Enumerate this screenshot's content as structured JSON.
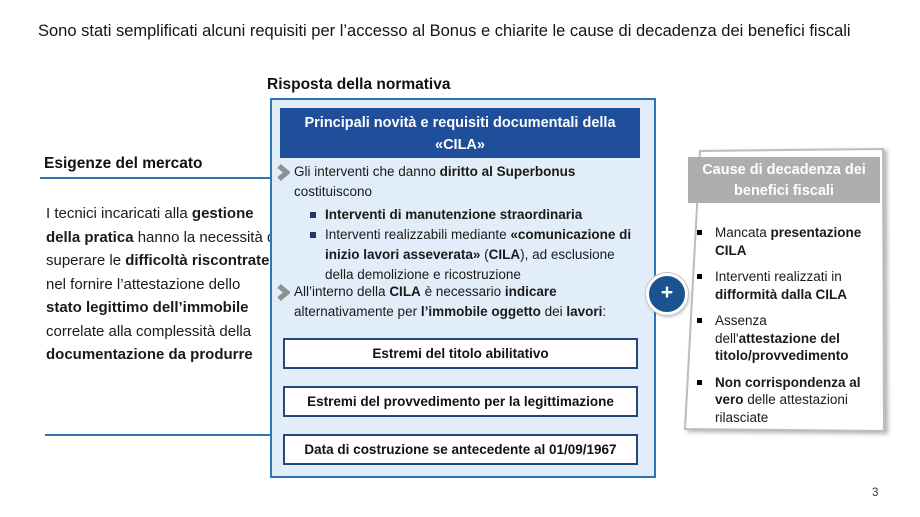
{
  "title": "Sono stati semplificati alcuni requisiti per l’accesso al Bonus e chiarite le cause di decadenza dei benefici fiscali",
  "page_number": "3",
  "colors": {
    "accent_blue": "#2E75B6",
    "header_blue": "#1F4E9B",
    "panel_blue_bg": "#E1EDF8",
    "inner_box_border": "#24477E",
    "gray_header": "#AEAEAE",
    "plus_circle_blue": "#1B5390",
    "chevron_gray": "#8C9093"
  },
  "left_panel": {
    "heading": "Esigenze del mercato",
    "paragraph": [
      {
        "t": "I tecnici incaricati alla ",
        "b": false
      },
      {
        "t": "gestione della pratica",
        "b": true
      },
      {
        "t": " hanno la necessità di superare le ",
        "b": false
      },
      {
        "t": "difficoltà riscontrate",
        "b": true
      },
      {
        "t": " nel fornire l’attestazione dello ",
        "b": false
      },
      {
        "t": "stato legittimo dell’immobile",
        "b": true
      },
      {
        "t": " correlate alla complessità della ",
        "b": false
      },
      {
        "t": "documentazione da produrre",
        "b": true
      }
    ]
  },
  "center_panel": {
    "heading": "Risposta della normativa",
    "header": "Principali novità e requisiti documentali della «CILA»",
    "chevron_items": [
      {
        "segments": [
          {
            "t": "Gli interventi che danno ",
            "b": false
          },
          {
            "t": "diritto al Superbonus",
            "b": true
          },
          {
            "t": " costituiscono",
            "b": false
          }
        ]
      },
      {
        "segments": [
          {
            "t": "All’interno della ",
            "b": false
          },
          {
            "t": "CILA",
            "b": true
          },
          {
            "t": " è necessario ",
            "b": false
          },
          {
            "t": "indicare",
            "b": true
          },
          {
            "t": " alternativamente per ",
            "b": false
          },
          {
            "t": "l’immobile oggetto",
            "b": true
          },
          {
            "t": " dei ",
            "b": false
          },
          {
            "t": "lavori",
            "b": true
          },
          {
            "t": ":",
            "b": false
          }
        ]
      }
    ],
    "sub_bullets": [
      {
        "segments": [
          {
            "t": "Interventi di manutenzione straordinaria",
            "b": true
          }
        ]
      },
      {
        "segments": [
          {
            "t": "Interventi realizzabili mediante ",
            "b": false
          },
          {
            "t": "«comunicazione di inizio lavori asseverata»",
            "b": true
          },
          {
            "t": " (",
            "b": false
          },
          {
            "t": "CILA",
            "b": true
          },
          {
            "t": "), ad esclusione della demolizione e ricostruzione",
            "b": false
          }
        ]
      }
    ],
    "boxes": [
      "Estremi del titolo abilitativo",
      "Estremi del provvedimento per la legittimazione",
      "Data di costruzione se antecedente al 01/09/1967"
    ]
  },
  "connector": {
    "plus_label": "+"
  },
  "right_panel": {
    "header": "Cause di decadenza dei benefici fiscali",
    "bullets": [
      {
        "segments": [
          {
            "t": "Mancata ",
            "b": false
          },
          {
            "t": "presentazione CILA",
            "b": true
          }
        ]
      },
      {
        "segments": [
          {
            "t": "Interventi realizzati in ",
            "b": false
          },
          {
            "t": "difformità dalla CILA",
            "b": true
          }
        ]
      },
      {
        "segments": [
          {
            "t": "Assenza dell'",
            "b": false
          },
          {
            "t": "attestazione del titolo/provvedimento",
            "b": true
          }
        ]
      },
      {
        "segments": [
          {
            "t": "Non corrispondenza al vero",
            "b": true
          },
          {
            "t": " delle attestazioni rilasciate",
            "b": false
          }
        ]
      }
    ]
  }
}
